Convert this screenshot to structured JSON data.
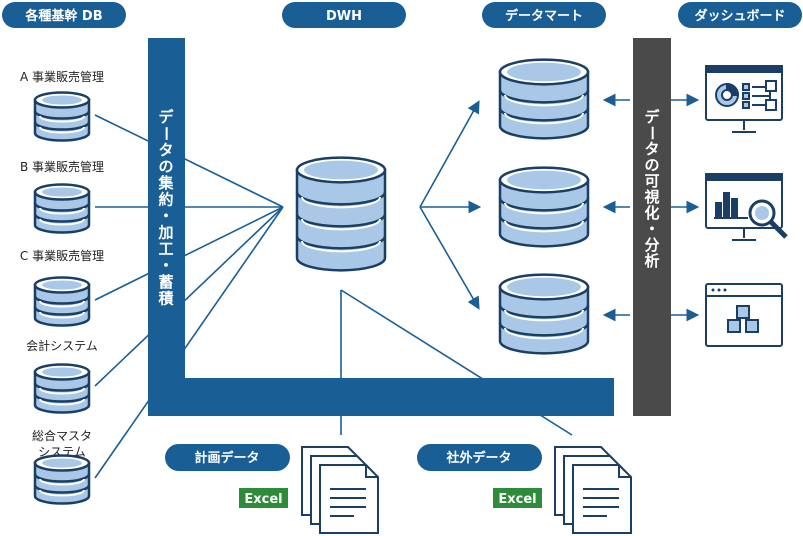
{
  "headers": {
    "source_db": "各種基幹 DB",
    "dwh": "DWH",
    "data_mart": "データマート",
    "dashboard": "ダッシュボード"
  },
  "sources": [
    {
      "label_lines": [
        "A 事業販売管理"
      ]
    },
    {
      "label_lines": [
        "B 事業販売管理"
      ]
    },
    {
      "label_lines": [
        "C 事業販売管理"
      ]
    },
    {
      "label_lines": [
        "会計システム"
      ]
    },
    {
      "label_lines": [
        "総合マスタ",
        "システム"
      ]
    }
  ],
  "bars": {
    "collect": "データの集約・加工・蓄積",
    "visualize": "データの可視化・分析"
  },
  "files": [
    {
      "label": "計画データ",
      "badge": "Excel"
    },
    {
      "label": "社外データ",
      "badge": "Excel"
    }
  ],
  "icons": {
    "dashboards": [
      "pie-dashboard-icon",
      "chart-search-icon",
      "cubes-window-icon"
    ]
  },
  "colors": {
    "navy": "#1a5e96",
    "db_fill": "#a9c7e7",
    "db_stroke": "#1b3f64",
    "gray_bar": "#4a4a4a",
    "excel_green": "#2e8b3a"
  }
}
